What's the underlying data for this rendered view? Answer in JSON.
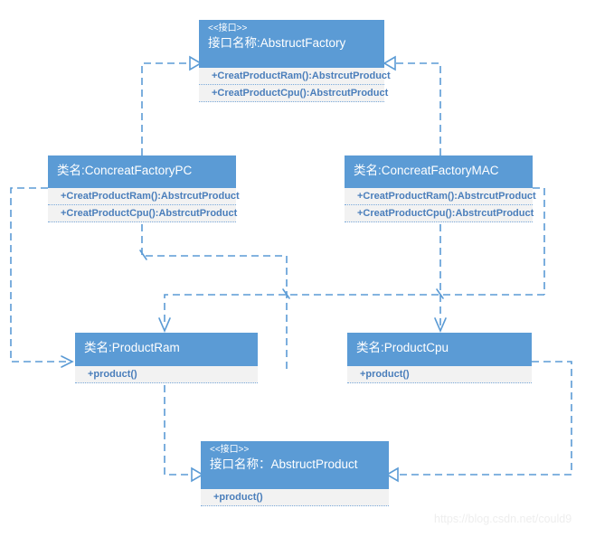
{
  "diagram": {
    "title": "Abstract Factory UML class diagram",
    "colors": {
      "header_fill": "#5b9bd5",
      "body_fill": "#f2f2f2",
      "method_text": "#4a7ebb",
      "edge": "#5b9bd5",
      "watermark": "#eeeeee"
    },
    "classes": [
      {
        "id": "abstract-factory",
        "stereotype": "<<接口>>",
        "name": "接口名称:AbstructFactory",
        "methods": [
          "+CreatProductRam():AbstrcutProduct",
          "+CreatProductCpu():AbstrcutProduct"
        ]
      },
      {
        "id": "factory-pc",
        "stereotype": "",
        "name": "类名:ConcreatFactoryPC",
        "methods": [
          "+CreatProductRam():AbstrcutProduct",
          "+CreatProductCpu():AbstrcutProduct"
        ]
      },
      {
        "id": "factory-mac",
        "stereotype": "",
        "name": "类名:ConcreatFactoryMAC",
        "methods": [
          "+CreatProductRam():AbstrcutProduct",
          "+CreatProductCpu():AbstrcutProduct"
        ]
      },
      {
        "id": "product-ram",
        "stereotype": "",
        "name": "类名:ProductRam",
        "methods": [
          "+product()"
        ]
      },
      {
        "id": "product-cpu",
        "stereotype": "",
        "name": "类名:ProductCpu",
        "methods": [
          "+product()"
        ]
      },
      {
        "id": "abstract-product",
        "stereotype": "<<接口>>",
        "name": "接口名称：AbstructProduct",
        "methods": [
          "+product()"
        ]
      }
    ],
    "relations": [
      {
        "from": "factory-pc",
        "to": "abstract-factory",
        "type": "realization"
      },
      {
        "from": "factory-mac",
        "to": "abstract-factory",
        "type": "realization"
      },
      {
        "from": "factory-pc",
        "to": "product-ram",
        "type": "dependency"
      },
      {
        "from": "factory-pc",
        "to": "product-cpu",
        "type": "dependency"
      },
      {
        "from": "factory-mac",
        "to": "product-ram",
        "type": "dependency"
      },
      {
        "from": "factory-mac",
        "to": "product-cpu",
        "type": "dependency"
      },
      {
        "from": "product-ram",
        "to": "abstract-product",
        "type": "realization"
      },
      {
        "from": "product-cpu",
        "to": "abstract-product",
        "type": "realization"
      }
    ]
  },
  "watermark": {
    "text": "https://blog.csdn.net/could9"
  }
}
